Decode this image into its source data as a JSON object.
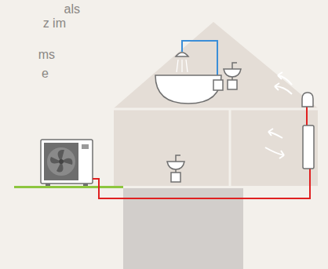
{
  "diagram": {
    "labels": [
      "als",
      "z im",
      "ms",
      "e"
    ]
  }
}
